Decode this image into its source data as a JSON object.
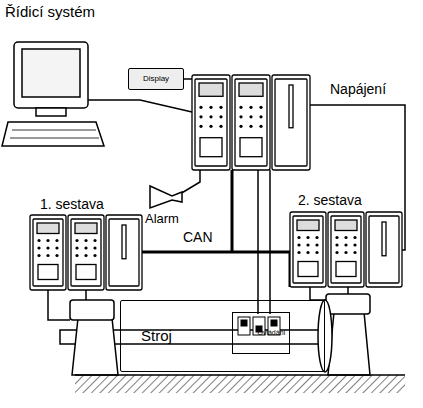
{
  "diagram": {
    "nodes": [
      {
        "text": [
          "Display"
        ]
      },
      {
        "text": [
          "Stroj"
        ]
      },
      {
        "text": [
          "Ovládání"
        ],
        "in": 1
      }
    ],
    "labels": [
      "Řídicí systém",
      "Napájení",
      "Alarm",
      "1. sestava",
      "2. sestava",
      "CAN"
    ]
  }
}
